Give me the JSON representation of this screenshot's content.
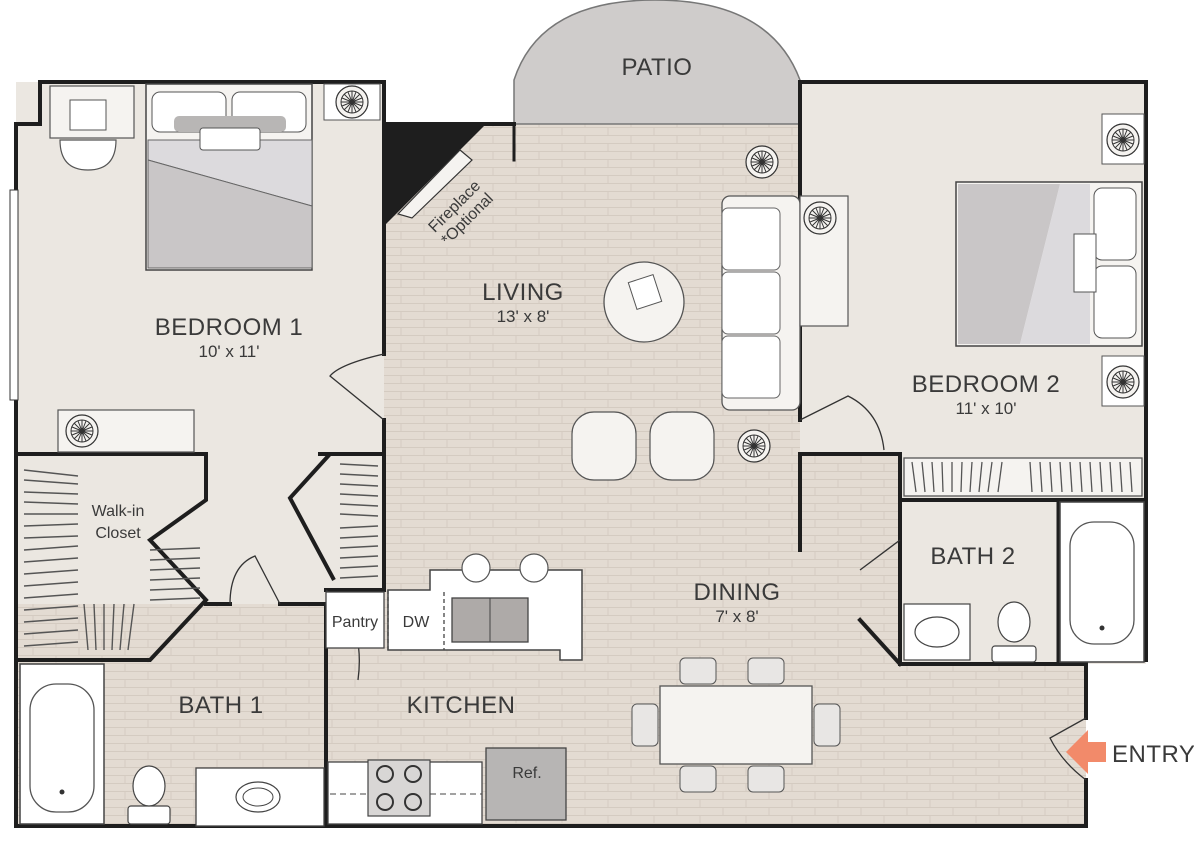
{
  "plan": {
    "colors": {
      "bedroom_floor": "#ebe7e1",
      "wood_floor": "#e3dbd2",
      "wall": "#1e1e1e",
      "patio": "#cfcccb",
      "entry_arrow": "#f28a6a",
      "bed_sheet": "#c9c6c7"
    },
    "labels": {
      "patio": "PATIO",
      "fireplace_line1": "Fireplace",
      "fireplace_line2": "*Optional",
      "living": "LIVING",
      "living_dim": "13' x 8'",
      "bedroom1": "BEDROOM 1",
      "bedroom1_dim": "10' x 11'",
      "bedroom2": "BEDROOM 2",
      "bedroom2_dim": "11' x 10'",
      "closet_line1": "Walk-in",
      "closet_line2": "Closet",
      "bath1": "BATH 1",
      "bath2": "BATH 2",
      "kitchen": "KITCHEN",
      "dining": "DINING",
      "dining_dim": "7' x 8'",
      "pantry": "Pantry",
      "dw": "DW",
      "ref": "Ref.",
      "entry": "ENTRY"
    },
    "icons": [
      "entry-arrow-icon",
      "fan-icon",
      "toilet-icon",
      "sink-icon",
      "stove-icon"
    ]
  }
}
